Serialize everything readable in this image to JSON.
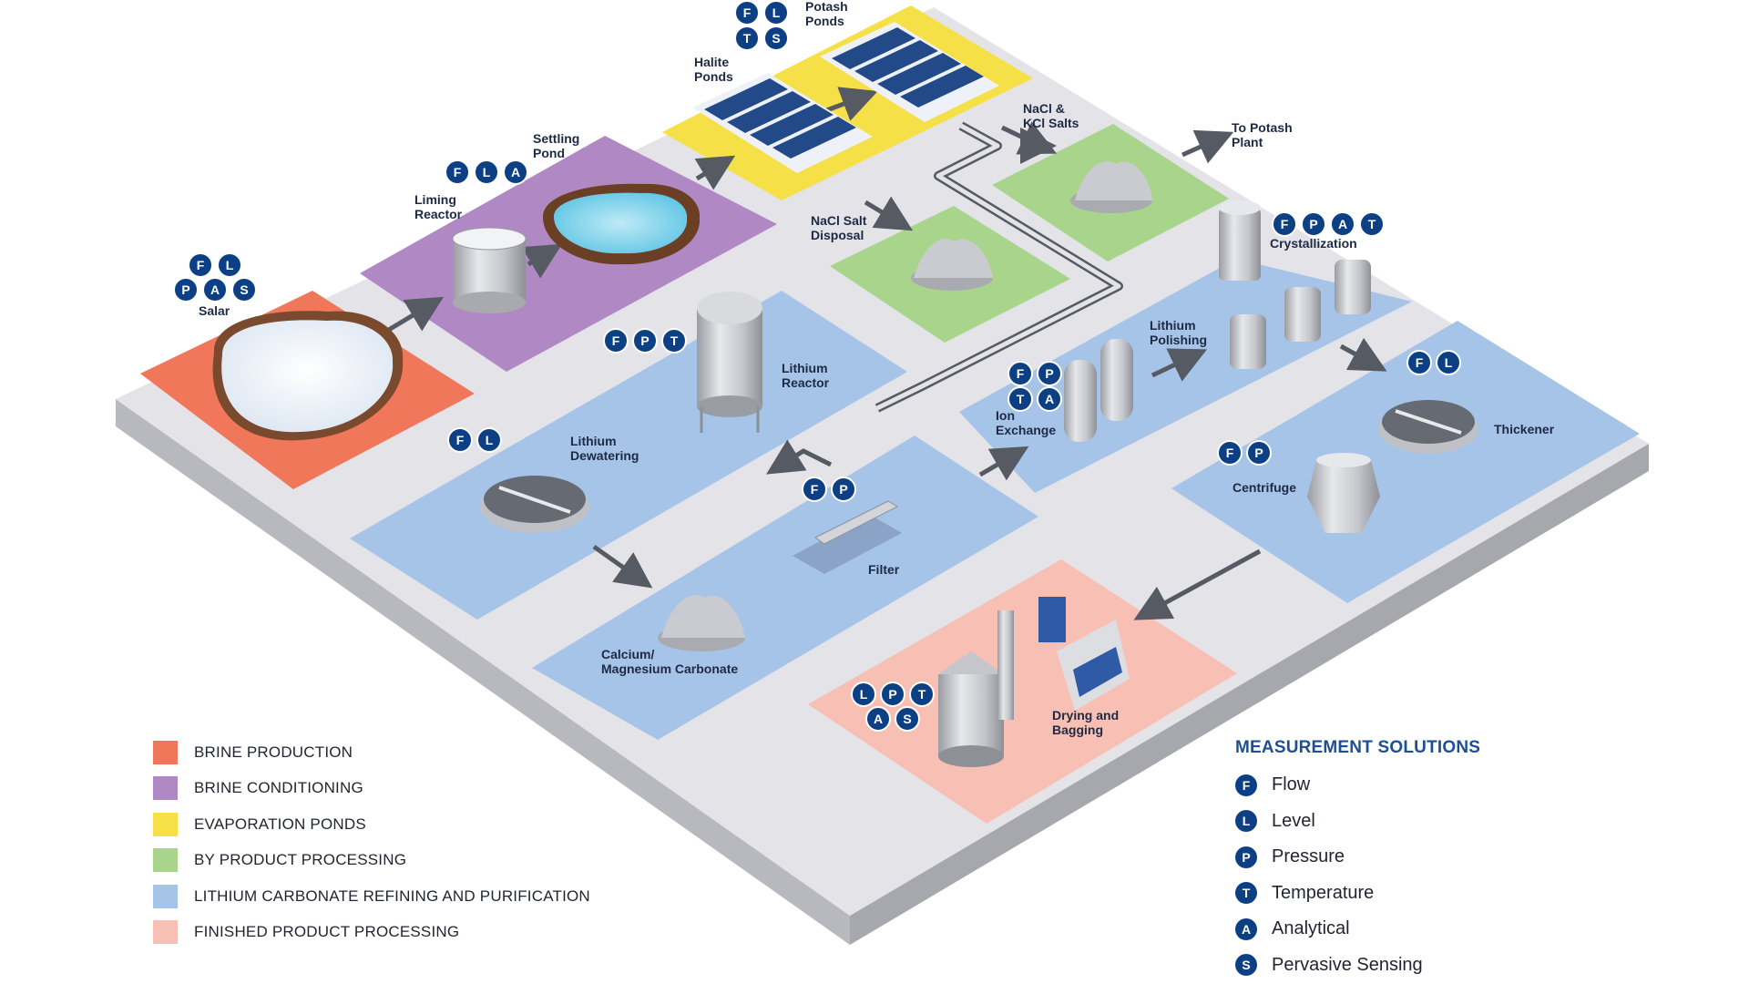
{
  "colors": {
    "platform_top": "#e3e3e8",
    "platform_side": "#b8b8bf",
    "brine_production": "#f0775a",
    "brine_conditioning": "#b088c4",
    "evaporation_ponds": "#f6e047",
    "by_product": "#a9d48b",
    "lithium_refining": "#a6c4e8",
    "finished_product": "#f8c0b4",
    "badge": "#0d3f84",
    "arrow": "#555a63"
  },
  "labels": {
    "salar": "Salar",
    "liming_reactor": [
      "Liming",
      "Reactor"
    ],
    "settling_pond": [
      "Settling",
      "Pond"
    ],
    "halite_ponds": [
      "Halite",
      "Ponds"
    ],
    "potash_ponds": [
      "Potash",
      "Ponds"
    ],
    "nacl_kcl_salts": [
      "NaCl &",
      "KCl Salts"
    ],
    "to_potash_plant": [
      "To Potash",
      "Plant"
    ],
    "nacl_salt_disposal": [
      "NaCl Salt",
      "Disposal"
    ],
    "lithium_reactor": [
      "Lithium",
      "Reactor"
    ],
    "lithium_dewatering": [
      "Lithium",
      "Dewatering"
    ],
    "crystallization": "Crystallization",
    "lithium_polishing": [
      "Lithium",
      "Polishing"
    ],
    "ion_exchange": [
      "Ion",
      "Exchange"
    ],
    "thickener": "Thickener",
    "centrifuge": "Centrifuge",
    "filter": "Filter",
    "calcium_magnesium_carbonate": [
      "Calcium/",
      "Magnesium Carbonate"
    ],
    "drying_and_bagging": [
      "Drying and",
      "Bagging"
    ]
  },
  "badges": {
    "salar": [
      "F",
      "L",
      "P",
      "A",
      "S"
    ],
    "liming": [
      "F",
      "L",
      "A"
    ],
    "ponds": [
      "F",
      "L",
      "T",
      "S"
    ],
    "lithium_reactor": [
      "F",
      "P",
      "T"
    ],
    "dewatering": [
      "F",
      "L"
    ],
    "crystallization": [
      "F",
      "P",
      "A",
      "T"
    ],
    "ion_exchange": [
      "F",
      "P",
      "T",
      "A"
    ],
    "thickener": [
      "F",
      "L"
    ],
    "centrifuge": [
      "F",
      "P"
    ],
    "filter": [
      "F",
      "P"
    ],
    "drying": [
      "L",
      "P",
      "T",
      "A",
      "S"
    ]
  },
  "legend": [
    {
      "label": "BRINE PRODUCTION",
      "color": "#f0775a"
    },
    {
      "label": "BRINE CONDITIONING",
      "color": "#b088c4"
    },
    {
      "label": "EVAPORATION PONDS",
      "color": "#f6e047"
    },
    {
      "label": "BY PRODUCT PROCESSING",
      "color": "#a9d48b"
    },
    {
      "label": "LITHIUM CARBONATE REFINING AND PURIFICATION",
      "color": "#a6c4e8"
    },
    {
      "label": "FINISHED PRODUCT PROCESSING",
      "color": "#f8c0b4"
    }
  ],
  "measurement_solutions": {
    "title": "MEASUREMENT SOLUTIONS",
    "items": [
      {
        "letter": "F",
        "label": "Flow"
      },
      {
        "letter": "L",
        "label": "Level"
      },
      {
        "letter": "P",
        "label": "Pressure"
      },
      {
        "letter": "T",
        "label": "Temperature"
      },
      {
        "letter": "A",
        "label": "Analytical"
      },
      {
        "letter": "S",
        "label": "Pervasive Sensing"
      }
    ]
  }
}
